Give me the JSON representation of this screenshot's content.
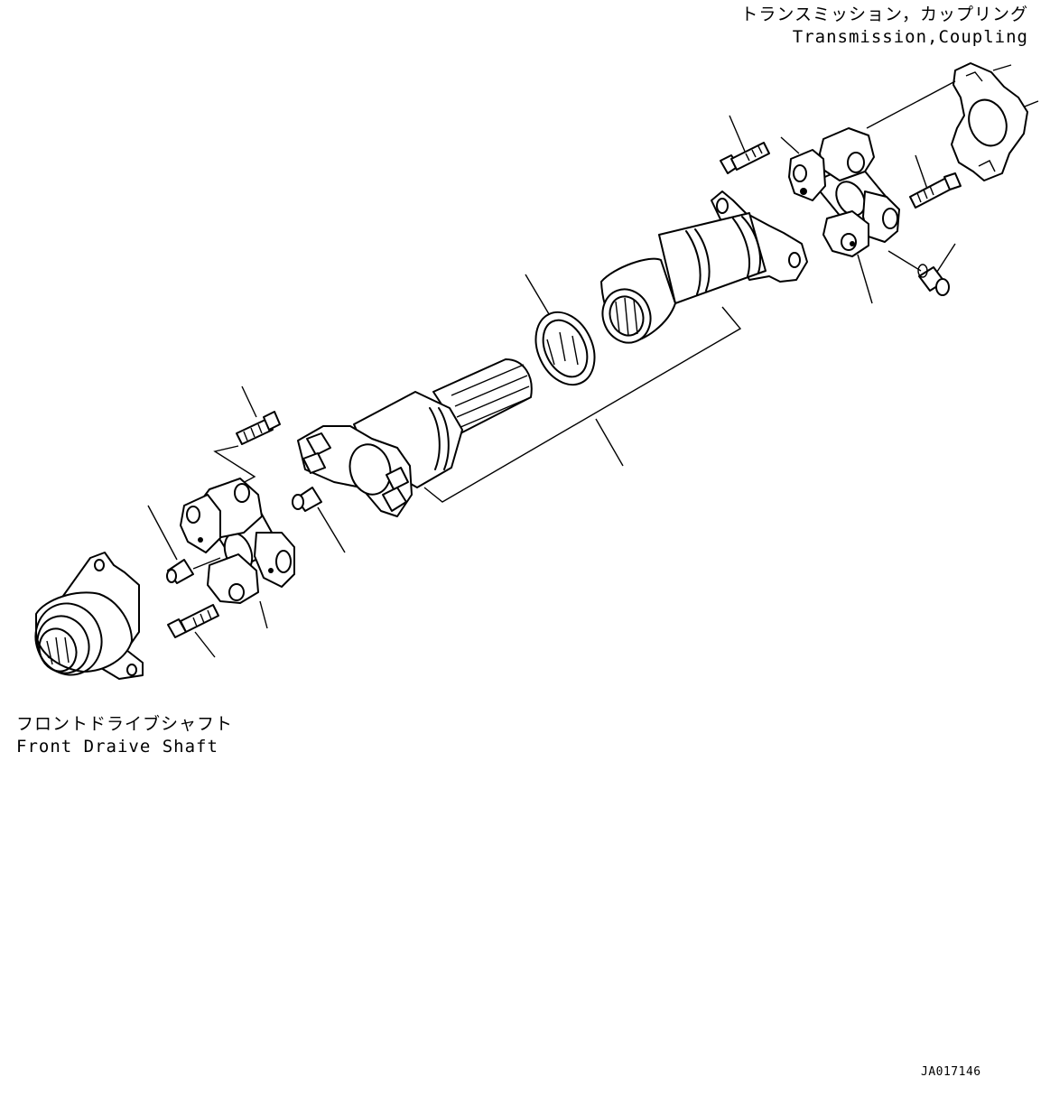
{
  "labels": {
    "transmission_jp": "トランスミッション，カップリング",
    "transmission_en": "Transmission,Coupling",
    "front_jp": "フロントドライブシャフト",
    "front_en": "Front Draive Shaft",
    "drawing_code": "JA017146"
  },
  "parts": [
    {
      "icon": "transmission-coupling-yoke-icon"
    },
    {
      "icon": "bolt-icon"
    },
    {
      "icon": "universal-joint-cross-icon"
    },
    {
      "icon": "grease-fitting-icon"
    },
    {
      "icon": "slip-yoke-sleeve-icon"
    },
    {
      "icon": "dust-seal-ring-icon"
    },
    {
      "icon": "splined-shaft-yoke-icon"
    },
    {
      "icon": "front-drive-shaft-yoke-icon"
    }
  ]
}
